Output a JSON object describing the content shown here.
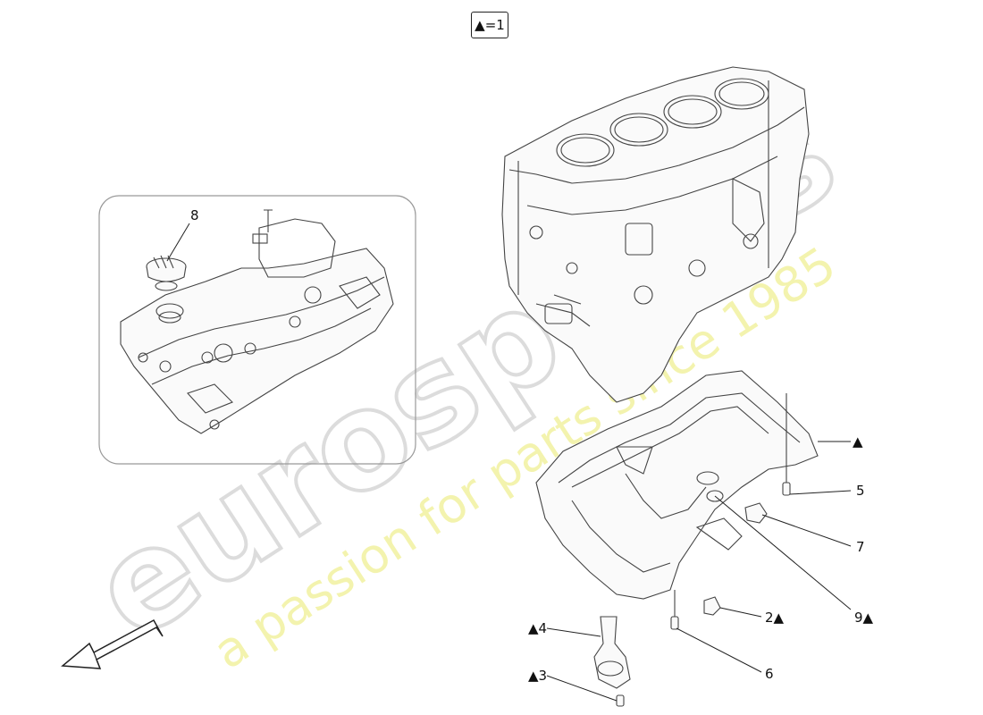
{
  "legend": {
    "label": "▲=1"
  },
  "watermark": {
    "brand": "eurospares",
    "tagline": "a passion for parts since 1985",
    "brand_color": "#d9d9d9",
    "tagline_color": "#f2f2a0"
  },
  "callouts": [
    {
      "id": "8",
      "text": "8"
    },
    {
      "id": "tri",
      "text": "▲"
    },
    {
      "id": "5",
      "text": "5"
    },
    {
      "id": "7",
      "text": "7"
    },
    {
      "id": "2",
      "text": "2▲"
    },
    {
      "id": "9",
      "text": "9▲"
    },
    {
      "id": "4",
      "text": "▲4"
    },
    {
      "id": "6",
      "text": "6"
    },
    {
      "id": "3",
      "text": "▲3"
    }
  ],
  "icons": {
    "direction_arrow": "front-direction-arrow-icon"
  }
}
